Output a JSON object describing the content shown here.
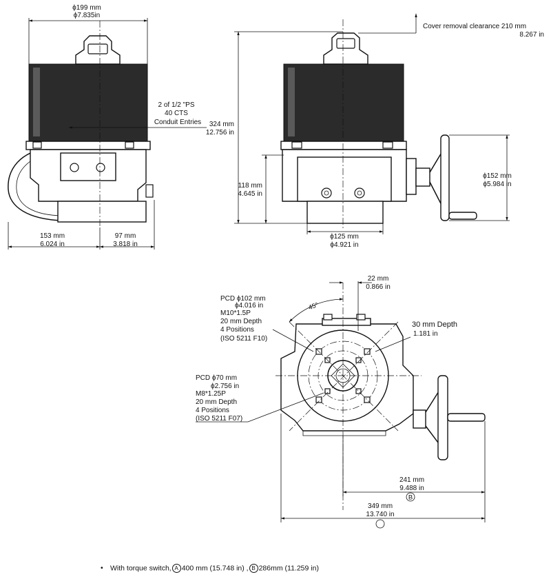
{
  "view_top_left": {
    "dia_top_mm": "ϕ199 mm",
    "dia_top_in": "ϕ7.835in",
    "conduit_line1": "2 of 1/2 \"PS",
    "conduit_line2": "40 CTS",
    "conduit_line3": "Conduit Entries",
    "left_mm": "153 mm",
    "left_in": "6.024 in",
    "right_mm": "97 mm",
    "right_in": "3.818 in"
  },
  "view_top_right": {
    "cover_label": "Cover removal clearance  210 mm",
    "cover_in": "8.267 in",
    "height_mm": "324 mm",
    "height_in": "12.756 in",
    "base_mm": "118 mm",
    "base_in": "4.645 in",
    "hw_dia_mm": "ϕ152 mm",
    "hw_dia_in": "ϕ5.984 in",
    "flange_mm": "ϕ125 mm",
    "flange_in": "ϕ4.921 in"
  },
  "view_bottom": {
    "offset_mm": "22 mm",
    "offset_in": "0.866 in",
    "angle": "45°",
    "pcd1_l1": "PCD ϕ102 mm",
    "pcd1_l2": "ϕ4.016 in",
    "pcd1_l3": "M10*1.5P",
    "pcd1_l4": "20 mm Depth",
    "pcd1_l5": "4 Positions",
    "pcd1_l6": "(ISO 5211 F10)",
    "depth_mm": "30 mm  Depth",
    "depth_in": "1.181 in",
    "pcd2_l1": "PCD ϕ70 mm",
    "pcd2_l2": "ϕ2.756 in",
    "pcd2_l3": "M8*1.25P",
    "pcd2_l4": "20 mm Depth",
    "pcd2_l5": "4 Positions",
    "pcd2_l6": "(ISO 5211 F07)",
    "b_mm": "241 mm",
    "b_in": "9.488 in",
    "b_mark": "B",
    "total_mm": "349 mm",
    "total_in": "13.740 in"
  },
  "footnote": {
    "bullet": "•",
    "text_prefix": "With torque switch,",
    "mark_a": "A",
    "a_value": "400 mm (15.748 in) ,",
    "mark_b": "B",
    "b_value": "286mm (11.259 in)"
  }
}
